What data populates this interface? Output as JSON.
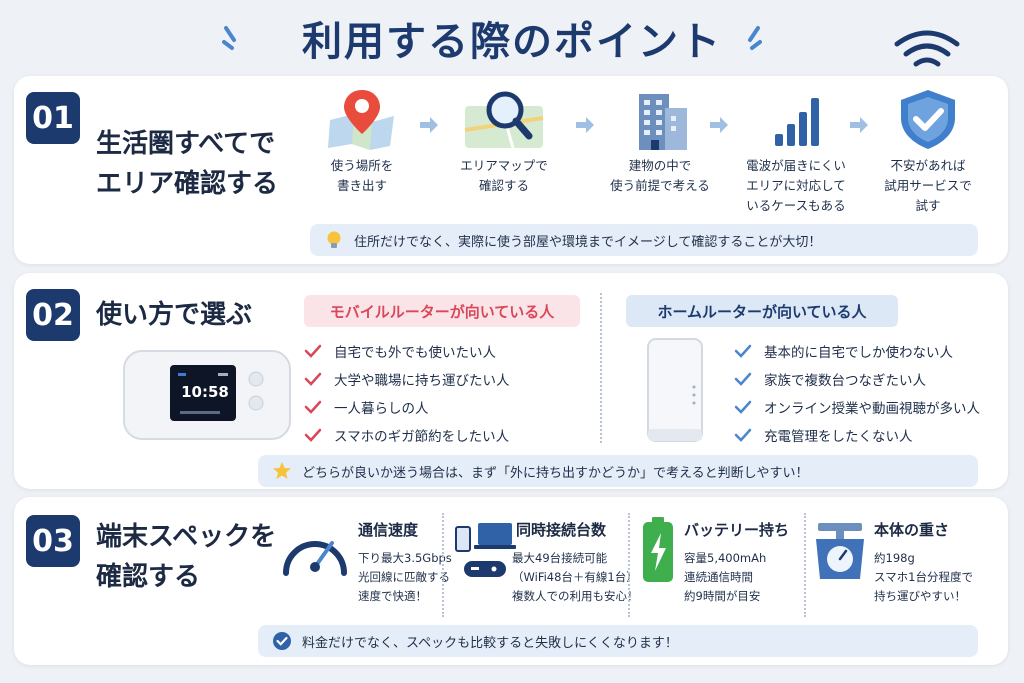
{
  "page_title": "利用する際のポイント",
  "sections": [
    {
      "number": "01",
      "heading_lines": [
        "生活圏すべてで",
        "エリア確認する"
      ],
      "steps": [
        {
          "icon": "map-pin-icon",
          "lines": [
            "使う場所を",
            "書き出す"
          ]
        },
        {
          "icon": "area-map-search-icon",
          "lines": [
            "エリアマップで",
            "確認する"
          ]
        },
        {
          "icon": "building-icon",
          "lines": [
            "建物の中で",
            "使う前提で考える"
          ]
        },
        {
          "icon": "signal-bars-icon",
          "lines": [
            "電波が届きにくい",
            "エリアに対応して",
            "いるケースもある"
          ]
        },
        {
          "icon": "shield-check-icon",
          "lines": [
            "不安があれば",
            "試用サービスで",
            "試す"
          ]
        }
      ],
      "tip_icon": "lightbulb-icon",
      "tip": "住所だけでなく、実際に使う部屋や環境までイメージして確認することが大切！"
    },
    {
      "number": "02",
      "heading": "使い方で選ぶ",
      "device_screen_time": "10:58",
      "mobile": {
        "label": "モバイルルーターが向いている人",
        "items": [
          "自宅でも外でも使いたい人",
          "大学や職場に持ち運びたい人",
          "一人暮らしの人",
          "スマホのギガ節約をしたい人"
        ]
      },
      "home": {
        "label": "ホームルーターが向いている人",
        "items": [
          "基本的に自宅でしか使わない人",
          "家族で複数台つなぎたい人",
          "オンライン授業や動画視聴が多い人",
          "充電管理をしたくない人"
        ]
      },
      "tip_icon": "star-icon",
      "tip": "どちらが良いか迷う場合は、まず「外に持ち出すかどうか」で考えると判断しやすい！"
    },
    {
      "number": "03",
      "heading_lines": [
        "端末スペックを",
        "確認する"
      ],
      "specs": [
        {
          "icon": "speedometer-icon",
          "title": "通信速度",
          "lines": [
            "下り最大3.5Gbps",
            "光回線に匹敵する",
            "速度で快適！"
          ]
        },
        {
          "icon": "devices-icon",
          "title": "同時接続台数",
          "lines": [
            "最大49台接続可能",
            "（WiFi48台＋有線1台）",
            "複数人での利用も安心！"
          ]
        },
        {
          "icon": "battery-icon",
          "title": "バッテリー持ち",
          "lines": [
            "容量5,400mAh",
            "連続通信時間",
            "約9時間が目安"
          ]
        },
        {
          "icon": "scale-icon",
          "title": "本体の重さ",
          "lines": [
            "約198g",
            "スマホ1台分程度で",
            "持ち運びやすい！"
          ]
        }
      ],
      "tip_icon": "check-circle-icon",
      "tip": "料金だけでなく、スペックも比較すると失敗しにくくなります！"
    }
  ],
  "colors": {
    "navy": "#1d3a6e",
    "accent_blue": "#4a86cf",
    "mobile_red": "#d9475a",
    "mobile_pill_bg": "#fbe4e7",
    "home_pill_bg": "#dde8f7",
    "tip_bg": "#e5edf8"
  }
}
